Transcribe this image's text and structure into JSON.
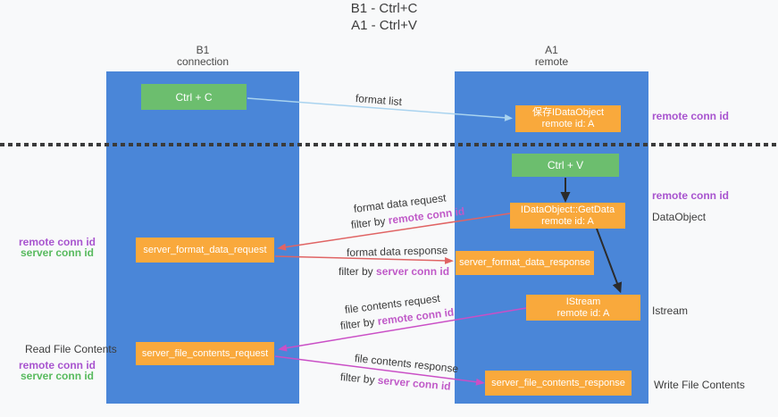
{
  "title": {
    "line1": "B1 - Ctrl+C",
    "line2": "A1 - Ctrl+V"
  },
  "columns": {
    "left": {
      "name": "B1",
      "role": "connection"
    },
    "right": {
      "name": "A1",
      "role": "remote"
    }
  },
  "nodes": {
    "ctrl_c": "Ctrl + C",
    "ctrl_v": "Ctrl + V",
    "save_idataobject": {
      "line1": "保存IDataObject",
      "line2": "remote id: A"
    },
    "getdata": {
      "line1": "IDataObject::GetData",
      "line2": "remote id: A"
    },
    "istream": {
      "line1": "IStream",
      "line2": "remote id: A"
    },
    "server_format_data_request": "server_format_data_request",
    "server_format_data_response": "server_format_data_response",
    "server_file_contents_request": "server_file_contents_request",
    "server_file_contents_response": "server_file_contents_response"
  },
  "arrow_labels": {
    "format_list": "format list",
    "format_data_request": "format data request",
    "format_data_response": "format data response",
    "file_contents_request": "file contents request",
    "file_contents_response": "file contents response",
    "filter_by": "filter by ",
    "remote_conn_id": "remote conn id",
    "server_conn_id": "server conn id"
  },
  "side_labels": {
    "remote_conn_id": "remote conn id",
    "server_conn_id": "server conn id",
    "dataobject": "DataObject",
    "istream": "Istream",
    "read_file_contents": "Read File Contents",
    "write_file_contents": "Write File Contents"
  },
  "colors": {
    "lifeline_blue": "#4a86d8",
    "node_green": "#6cbe6e",
    "node_orange": "#f9a93c",
    "arrow_light_blue": "#a9d3ef",
    "arrow_red": "#e06464",
    "arrow_magenta": "#ca4fc6",
    "arrow_black": "#2b2b2b",
    "label_purple": "#a854cf",
    "label_green": "#58ba5e",
    "inline_purple": "#c05ac8",
    "background": "#f8f9fa"
  }
}
